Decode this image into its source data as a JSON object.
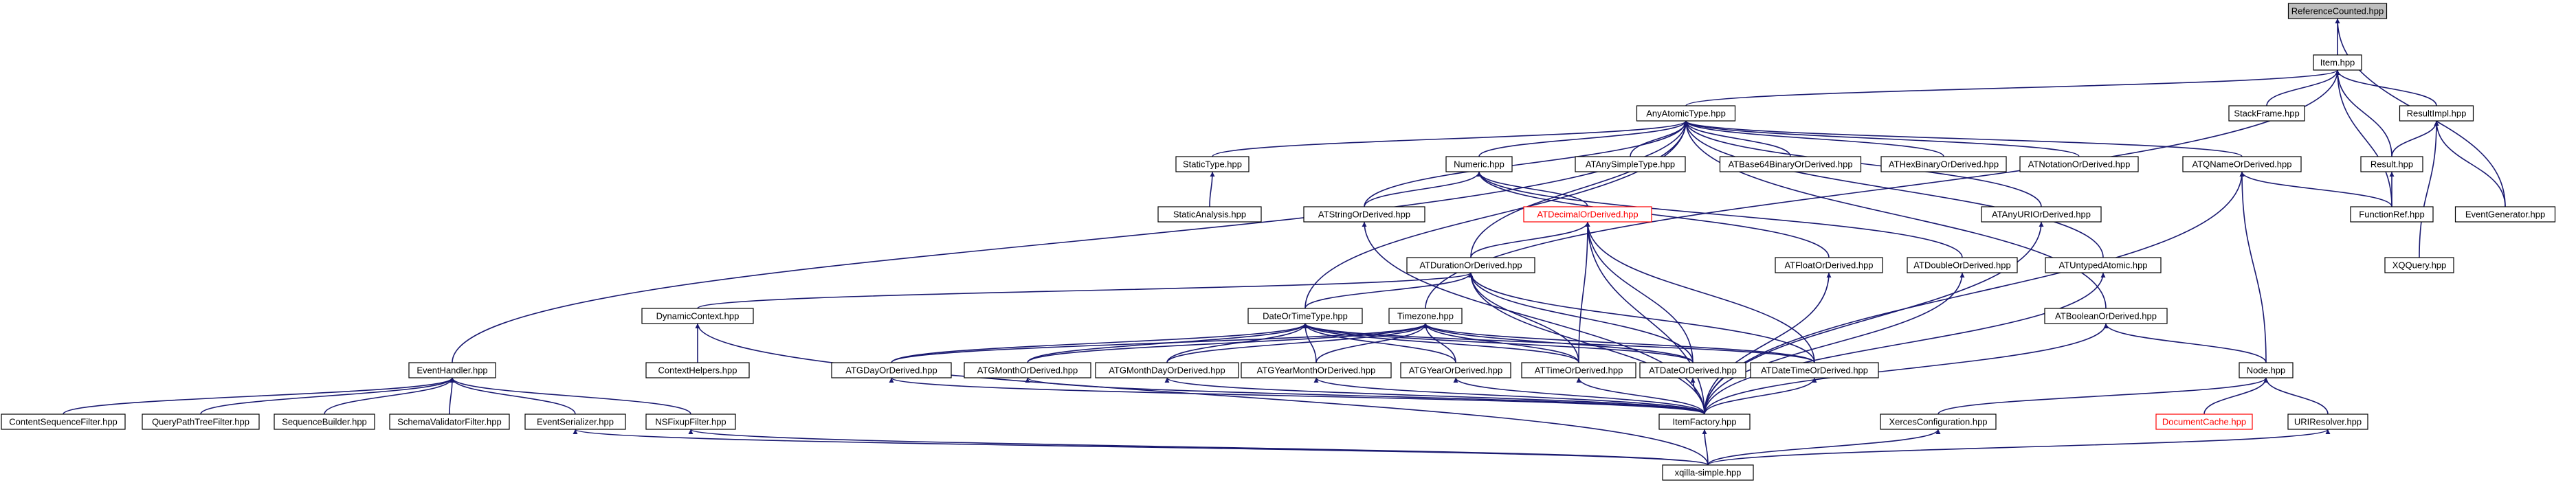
{
  "diagram": {
    "nodes": {
      "n_refcounted": "ReferenceCounted.hpp",
      "n_item": "Item.hpp",
      "n_anyatomic": "AnyAtomicType.hpp",
      "n_stackframe": "StackFrame.hpp",
      "n_resultimpl": "ResultImpl.hpp",
      "n_statictype": "StaticType.hpp",
      "n_numeric": "Numeric.hpp",
      "n_atanysimple": "ATAnySimpleType.hpp",
      "n_atbase64": "ATBase64BinaryOrDerived.hpp",
      "n_athexbinary": "ATHexBinaryOrDerived.hpp",
      "n_atnotation": "ATNotationOrDerived.hpp",
      "n_atqname": "ATQNameOrDerived.hpp",
      "n_result": "Result.hpp",
      "n_eventgen": "EventGenerator.hpp",
      "n_staticanalysis": "StaticAnalysis.hpp",
      "n_atstring": "ATStringOrDerived.hpp",
      "n_atdecimal": "ATDecimalOrDerived.hpp",
      "n_atanyuri": "ATAnyURIOrDerived.hpp",
      "n_functionref": "FunctionRef.hpp",
      "n_atduration": "ATDurationOrDerived.hpp",
      "n_atfloat": "ATFloatOrDerived.hpp",
      "n_atdouble": "ATDoubleOrDerived.hpp",
      "n_atuntyped": "ATUntypedAtomic.hpp",
      "n_xquery": "XQQuery.hpp",
      "n_dyncontext": "DynamicContext.hpp",
      "n_datetimetype": "DateOrTimeType.hpp",
      "n_timezone": "Timezone.hpp",
      "n_atboolean": "ATBooleanOrDerived.hpp",
      "n_contexthelpers": "ContextHelpers.hpp",
      "n_eventhandler": "EventHandler.hpp",
      "n_atgday": "ATGDayOrDerived.hpp",
      "n_atgmonth": "ATGMonthOrDerived.hpp",
      "n_atgmonthday": "ATGMonthDayOrDerived.hpp",
      "n_atgyearmonth": "ATGYearMonthOrDerived.hpp",
      "n_atgyear": "ATGYearOrDerived.hpp",
      "n_attime": "ATTimeOrDerived.hpp",
      "n_atdate": "ATDateOrDerived.hpp",
      "n_atdatetime": "ATDateTimeOrDerived.hpp",
      "n_node": "Node.hpp",
      "n_contentseq": "ContentSequenceFilter.hpp",
      "n_querypath": "QueryPathTreeFilter.hpp",
      "n_seqbuilder": "SequenceBuilder.hpp",
      "n_schemavalidator": "SchemaValidatorFilter.hpp",
      "n_eventserializer": "EventSerializer.hpp",
      "n_nsfixup": "NSFixupFilter.hpp",
      "n_itemfactory": "ItemFactory.hpp",
      "n_xercesconfig": "XercesConfiguration.hpp",
      "n_doccache": "DocumentCache.hpp",
      "n_uriresolver": "URIResolver.hpp",
      "n_xqilla": "xqilla-simple.hpp"
    },
    "colors": {
      "edge": "#191970",
      "root_fill": "#bfbfbf",
      "highlight_border": "#ff0000"
    }
  }
}
